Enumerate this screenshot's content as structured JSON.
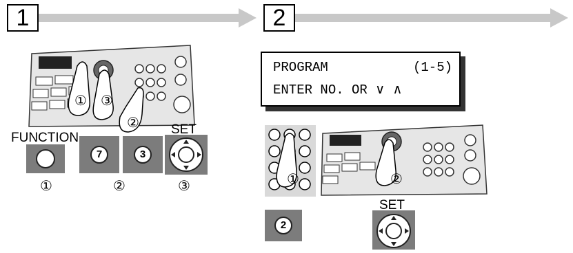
{
  "steps": [
    {
      "number": "1"
    },
    {
      "number": "2"
    }
  ],
  "lcd": {
    "line1_left": "PROGRAM",
    "line1_right": "(1-5)",
    "line2": "ENTER NO. OR ∨ ∧"
  },
  "step1": {
    "function_label": "FUNCTION",
    "set_label": "SET",
    "key7": "7",
    "key3": "3",
    "marker1": "①",
    "marker2": "②",
    "marker3": "③"
  },
  "step2": {
    "set_label": "SET",
    "key2": "2",
    "marker1": "①",
    "marker2": "②"
  },
  "colors": {
    "arrow": "#c8c8c8",
    "tile": "#7c7c7c",
    "panel": "#d9d9d9"
  },
  "icons": [
    "fax-control-panel-image",
    "hand-pointer-icon",
    "set-dial-icon"
  ]
}
